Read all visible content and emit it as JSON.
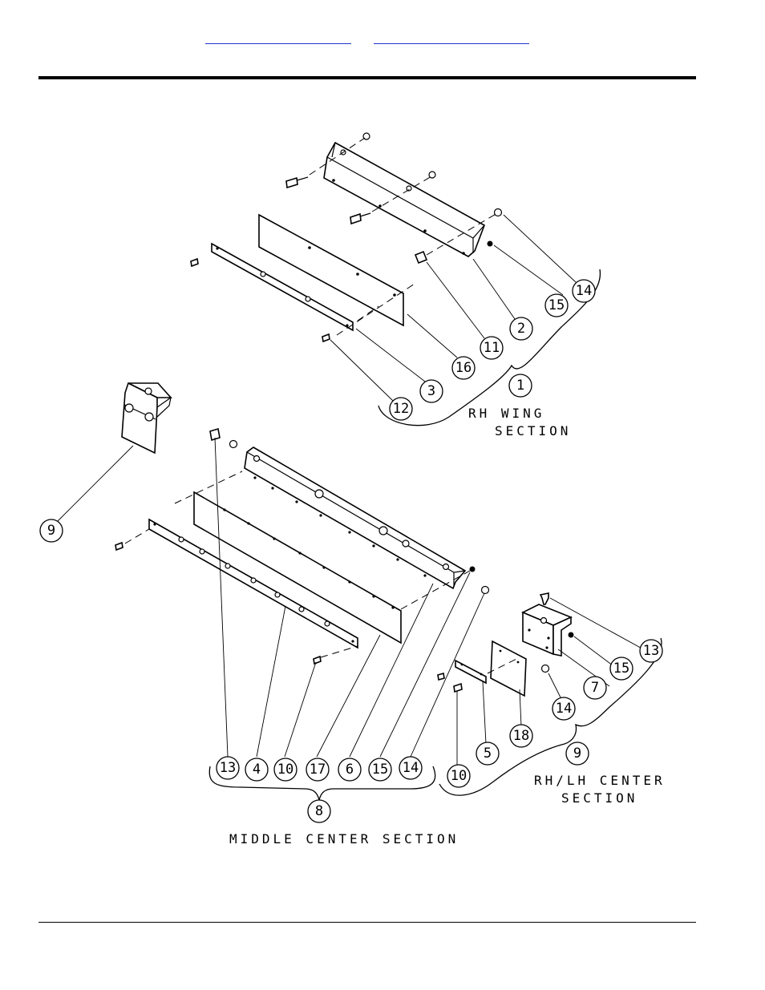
{
  "header": {
    "links": [
      {
        "text": ""
      },
      {
        "text": ""
      }
    ]
  },
  "diagram": {
    "sections": {
      "rh_wing": {
        "line1": "RH WING",
        "line2": "SECTION",
        "number": "1"
      },
      "middle_center": {
        "line1": "MIDDLE CENTER SECTION",
        "number": "8"
      },
      "rh_lh_center": {
        "line1": "RH/LH CENTER",
        "line2": "SECTION",
        "number": "9"
      }
    },
    "balloons": [
      "14",
      "15",
      "2",
      "11",
      "16",
      "3",
      "12",
      "1",
      "9",
      "13",
      "4",
      "10",
      "17",
      "6",
      "15",
      "14",
      "13",
      "15",
      "7",
      "14",
      "18",
      "5",
      "10",
      "9",
      "8"
    ]
  }
}
